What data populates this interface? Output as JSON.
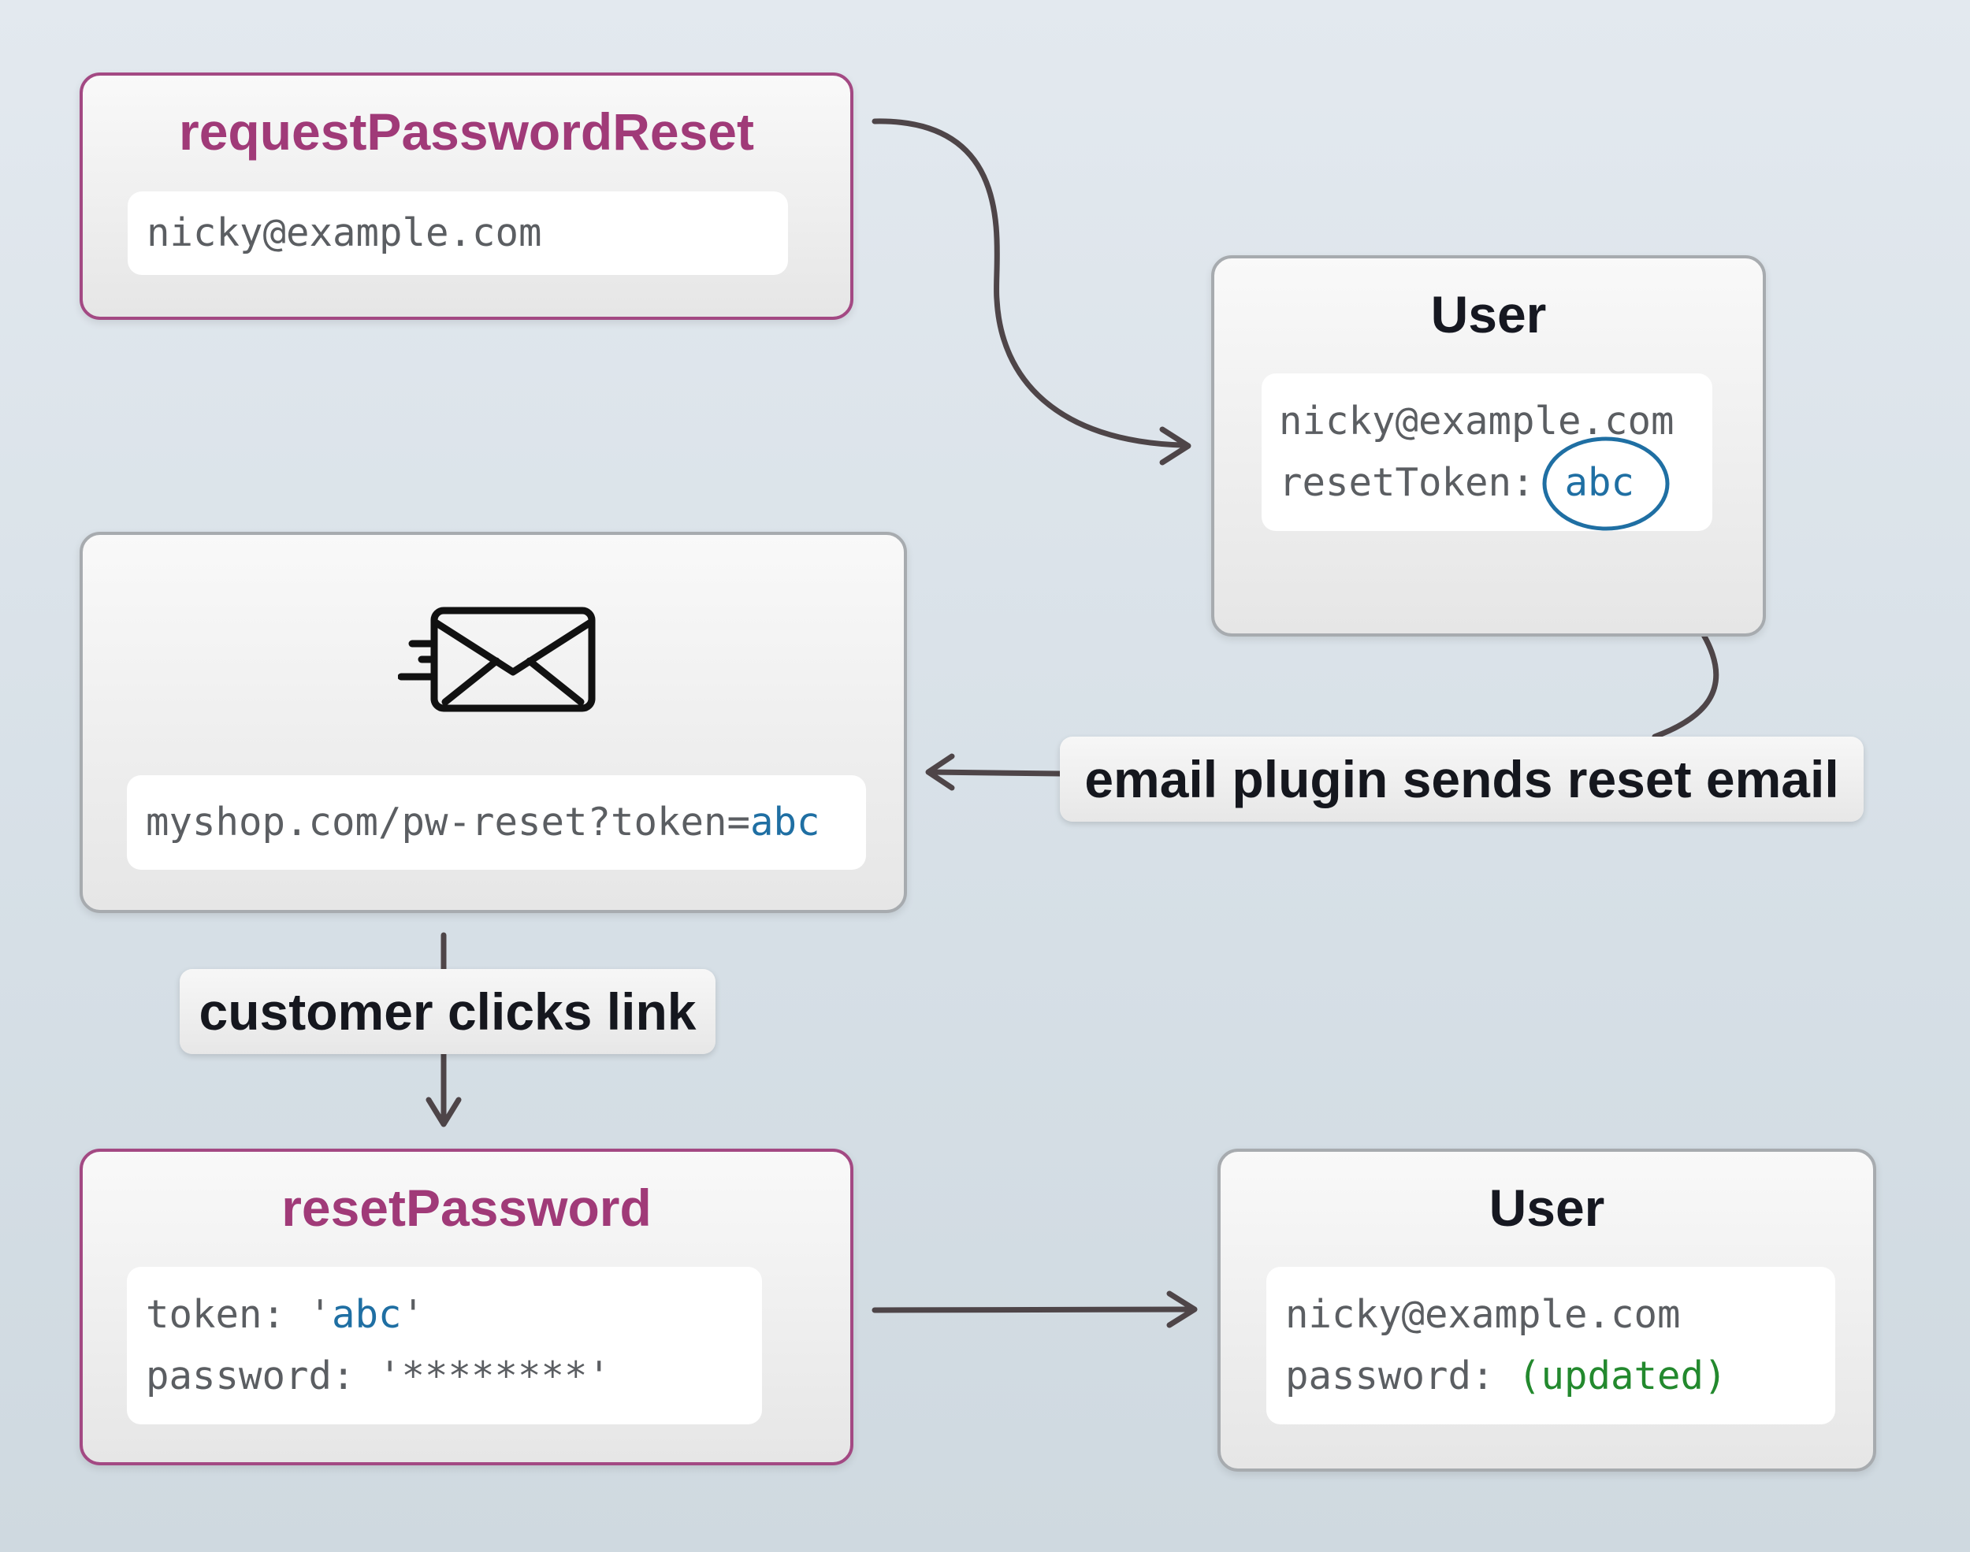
{
  "request_card": {
    "title": "requestPasswordReset",
    "email": "nicky@example.com"
  },
  "user_card_top": {
    "title": "User",
    "email": "nicky@example.com",
    "token_key": "resetToken:",
    "token_value": "abc"
  },
  "email_card": {
    "icon": "envelope-send-icon",
    "link_prefix": "myshop.com/pw-reset?token=",
    "link_token": "abc"
  },
  "labels": {
    "email_plugin": "email plugin sends reset email",
    "customer_clicks": "customer clicks link"
  },
  "reset_card": {
    "title": "resetPassword",
    "token_key": "token: ",
    "token_value_open": "'",
    "token_value": "abc",
    "token_value_close": "'",
    "password_key": "password: ",
    "password_value": "'********'"
  },
  "user_card_bottom": {
    "title": "User",
    "email": "nicky@example.com",
    "password_key": "password: ",
    "password_value": "(updated)"
  },
  "colors": {
    "mutation_border": "#a34983",
    "mutation_title": "#a03a78",
    "token_blue": "#1f6fa3",
    "updated_green": "#23892e",
    "arrow": "#4e4548"
  }
}
